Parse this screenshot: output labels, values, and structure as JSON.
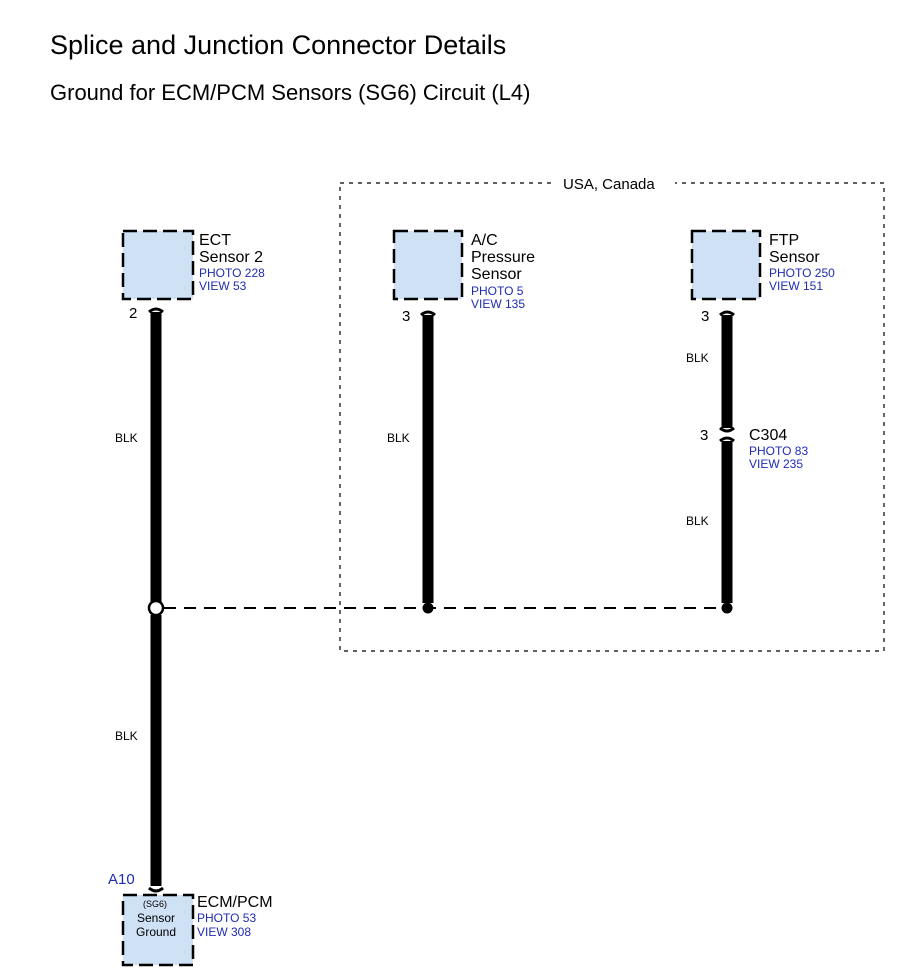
{
  "header": {
    "title": "Splice and Junction Connector Details",
    "subtitle": "Ground for ECM/PCM Sensors (SG6) Circuit (L4)"
  },
  "zone": {
    "label": "USA, Canada"
  },
  "components": {
    "ect": {
      "name_line1": "ECT",
      "name_line2": "Sensor 2",
      "photo": "PHOTO 228",
      "view": "VIEW 53",
      "pin": "2",
      "wire": "BLK"
    },
    "ac": {
      "name_line1": "A/C",
      "name_line2": "Pressure",
      "name_line3": "Sensor",
      "photo": "PHOTO 5",
      "view": "VIEW 135",
      "pin": "3",
      "wire": "BLK"
    },
    "ftp": {
      "name_line1": "FTP",
      "name_line2": "Sensor",
      "photo": "PHOTO 250",
      "view": "VIEW 151",
      "pin": "3",
      "wire_upper": "BLK",
      "wire_lower": "BLK"
    },
    "c304": {
      "name": "C304",
      "photo": "PHOTO 83",
      "view": "VIEW 235",
      "pin": "3"
    },
    "ecm": {
      "name": "ECM/PCM",
      "photo": "PHOTO 53",
      "view": "VIEW 308",
      "pin": "A10",
      "inner_line1": "(SG6)",
      "inner_line2": "Sensor",
      "inner_line3": "Ground",
      "wire": "BLK"
    }
  },
  "colors": {
    "component_fill": "#cfe1f5",
    "reference_text": "#1f2bb5",
    "wire": "#000000"
  },
  "icons": {
    "splice": "splice-dot-icon",
    "ground_bus": "dashed-ground-bus"
  }
}
